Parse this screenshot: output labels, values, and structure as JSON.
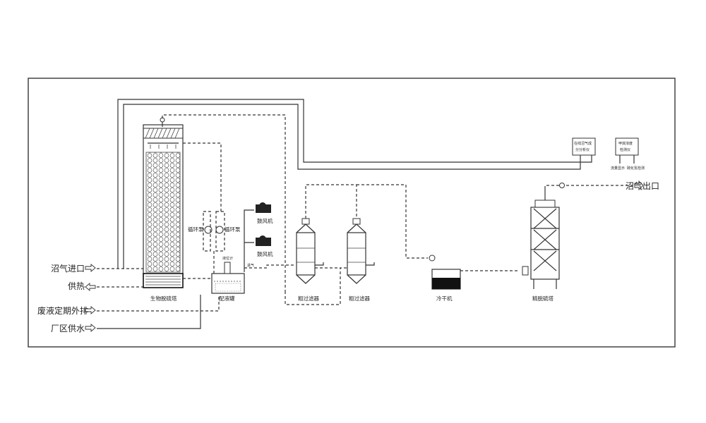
{
  "inlets": {
    "biogas_in": "沼气进口",
    "heat_supply": "供热",
    "waste_liquid": "废液定期外排",
    "plant_water": "厂区供水"
  },
  "outlet": {
    "biogas_out": "沼气出口"
  },
  "equipment": {
    "bio_tower": "生物脱硫塔",
    "liquid_tank": "配液罐",
    "circ_pump_left": "循环泵",
    "circ_pump_right": "循环泵",
    "blower_top": "鼓风机",
    "blower_bottom": "鼓风机",
    "filter_1": "粗过滤器",
    "filter_2": "粗过滤器",
    "dryer": "冷干机",
    "dry_tower": "精脱硫塔"
  },
  "small_labels": {
    "analyzer_line1": "在线沼气成",
    "analyzer_line2": "分分析仪",
    "meter_line1": "甲烷浓度",
    "meter_line2": "检测仪",
    "meter_sub1": "流量显示",
    "meter_sub2": "硫化氢检测",
    "tank_tag": "液位计",
    "air_tag": "进气"
  }
}
